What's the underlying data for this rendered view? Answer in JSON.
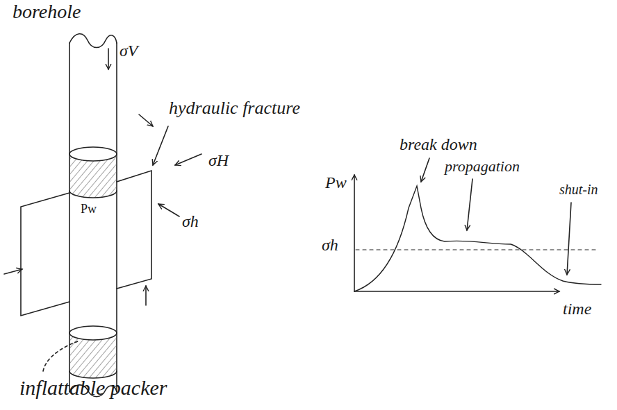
{
  "diagram": {
    "labels": [
      "borehole",
      "σV",
      "hydraulic fracture",
      "σH",
      "Pw",
      "σh",
      "inflattable packer",
      "Pw",
      "break down",
      "propagation",
      "shut-in",
      "σh",
      "time"
    ]
  }
}
